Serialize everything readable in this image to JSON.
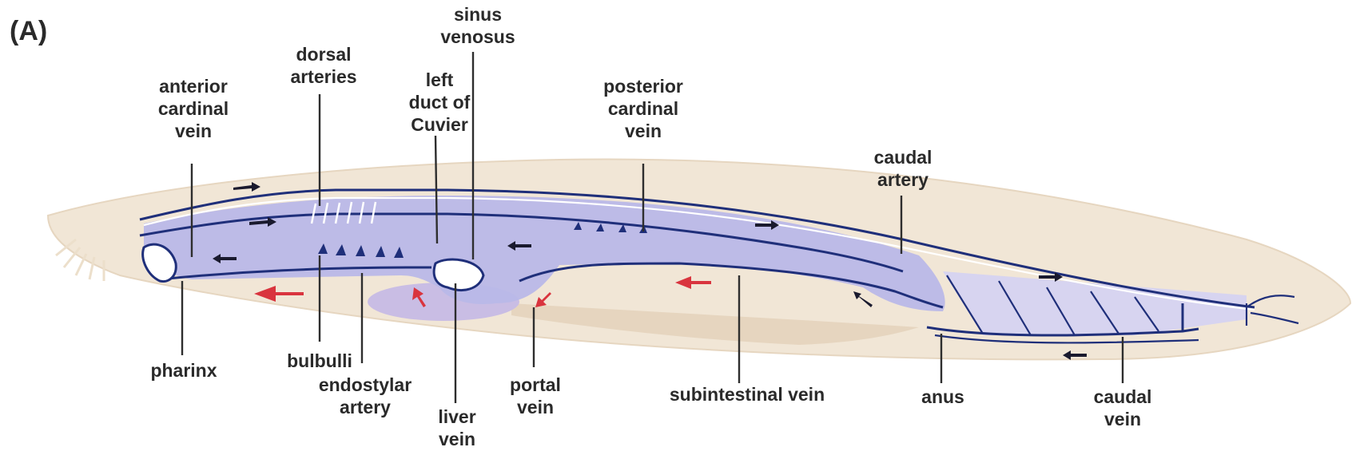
{
  "panel_label": "(A)",
  "labels": {
    "sinus_venosus": [
      "sinus",
      "venosus"
    ],
    "dorsal_arteries": [
      "dorsal",
      "arteries"
    ],
    "left_duct_of_cuvier": [
      "left",
      "duct of",
      "Cuvier"
    ],
    "anterior_cardinal_vein": [
      "anterior",
      "cardinal",
      "vein"
    ],
    "posterior_cardinal_vein": [
      "posterior",
      "cardinal",
      "vein"
    ],
    "caudal_artery": [
      "caudal",
      "artery"
    ],
    "pharinx": [
      "pharinx"
    ],
    "bulbulli": [
      "bulbulli"
    ],
    "endostylar_artery": [
      "endostylar",
      "artery"
    ],
    "liver_vein": [
      "liver",
      "vein"
    ],
    "portal_vein": [
      "portal",
      "vein"
    ],
    "subintestinal_vein": [
      "subintestinal vein"
    ],
    "anus": [
      "anus"
    ],
    "caudal_vein": [
      "caudal",
      "vein"
    ]
  },
  "colors": {
    "body": "#f1e6d6",
    "body_edge": "#e3d2bb",
    "vessel_fill": "#b9b8e8",
    "vessel_outline": "#1f2f7a",
    "flow_arrow": "#1a1a2e",
    "red_arrow": "#d9343e",
    "gut": "#e6d5bf"
  }
}
